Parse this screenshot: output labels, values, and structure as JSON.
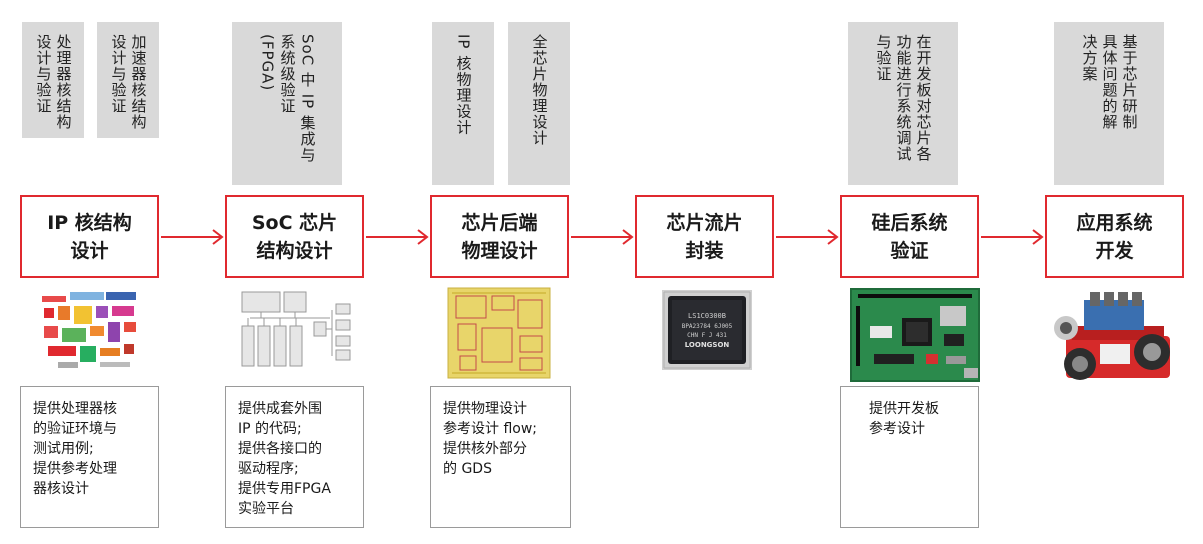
{
  "stages": [
    {
      "id": "ip",
      "lines": [
        "IP 核结构",
        "设计"
      ]
    },
    {
      "id": "soc",
      "lines": [
        "SoC 芯片",
        "结构设计"
      ]
    },
    {
      "id": "backend",
      "lines": [
        "芯片后端",
        "物理设计"
      ]
    },
    {
      "id": "tapeout",
      "lines": [
        "芯片流片",
        "封装"
      ]
    },
    {
      "id": "silicon",
      "lines": [
        "硅后系统",
        "验证"
      ]
    },
    {
      "id": "app",
      "lines": [
        "应用系统",
        "开发"
      ]
    }
  ],
  "activities": {
    "ip": [
      [
        "处理器核结构",
        "设计与验证"
      ],
      [
        "加速器核结构",
        "设计与验证"
      ]
    ],
    "soc": [
      [
        "SoC 中 IP 集成与",
        "系统级验证",
        "(FPGA)"
      ]
    ],
    "backend": [
      [
        "IP 核物理设计"
      ],
      [
        "全芯片物理设计"
      ]
    ],
    "silicon": [
      [
        "在开发板对芯片各",
        "功能进行系统调试",
        "与验证"
      ]
    ],
    "app": [
      [
        "基于芯片研制",
        "具体问题的解",
        "决方案"
      ]
    ]
  },
  "descriptions": {
    "ip": [
      "提供处理器核",
      "的验证环境与",
      "测试用例;",
      "提供参考处理",
      "器核设计"
    ],
    "soc": [
      "提供成套外围",
      "IP 的代码;",
      "提供各接口的",
      "驱动程序;",
      "提供专用FPGA",
      "实验平台"
    ],
    "backend": [
      "提供物理设计",
      "参考设计 flow;",
      "提供核外部分",
      "的 GDS"
    ],
    "silicon": [
      "提供开发板",
      "参考设计"
    ]
  },
  "chip_marking": [
    "LS1C0300B",
    "BPA23784 6J005",
    "CHN F J 431",
    "LOONGSON"
  ],
  "colors": {
    "accent": "#e0292f",
    "activity_bg": "#d9d9d9",
    "border": "#9a9a9a"
  }
}
